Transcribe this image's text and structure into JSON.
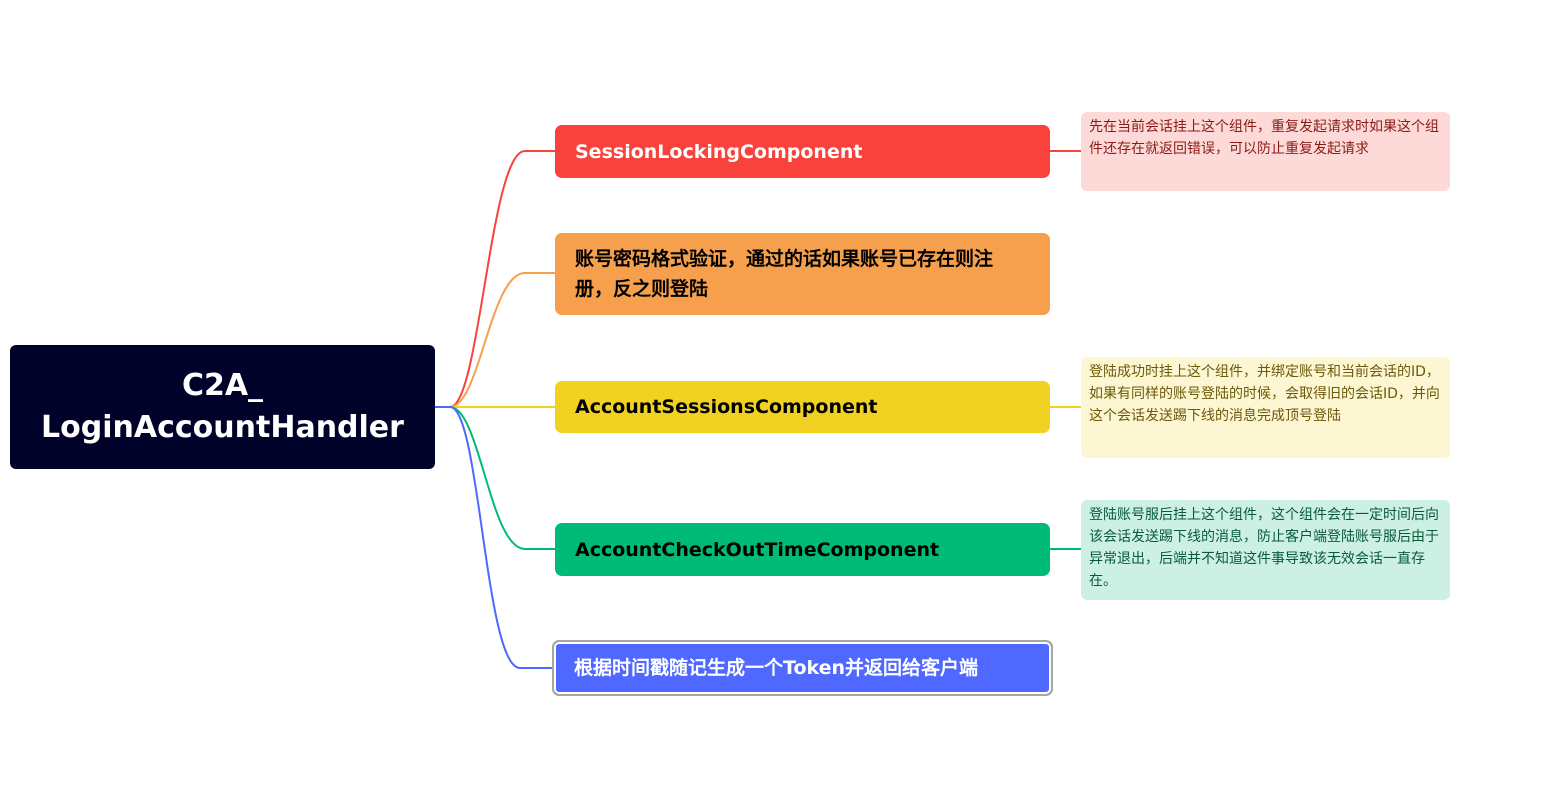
{
  "root": {
    "label": "C2A_\nLoginAccountHandler",
    "color": "#000229"
  },
  "branches": [
    {
      "label": "SessionLockingComponent",
      "color": "#FA423D",
      "note": "先在当前会话挂上这个组件，重复发起请求时如果这个组件还存在就返回错误，可以防止重复发起请求"
    },
    {
      "label": "账号密码格式验证，通过的话如果账号已存在则注册，反之则登陆",
      "color": "#F6A04D"
    },
    {
      "label": "AccountSessionsComponent",
      "color": "#F1D121",
      "note": "登陆成功时挂上这个组件，并绑定账号和当前会话的ID，如果有同样的账号登陆的时候，会取得旧的会话ID，并向这个会话发送踢下线的消息完成顶号登陆"
    },
    {
      "label": "AccountCheckOutTimeComponent",
      "color": "#00BB78",
      "note": "登陆账号服后挂上这个组件，这个组件会在一定时间后向该会话发送踢下线的消息，防止客户端登陆账号服后由于异常退出，后端并不知道这件事导致该无效会话一直存在。"
    },
    {
      "label": "根据时间戳随记生成一个Token并返回给客户端",
      "color": "#4F68FF"
    }
  ]
}
